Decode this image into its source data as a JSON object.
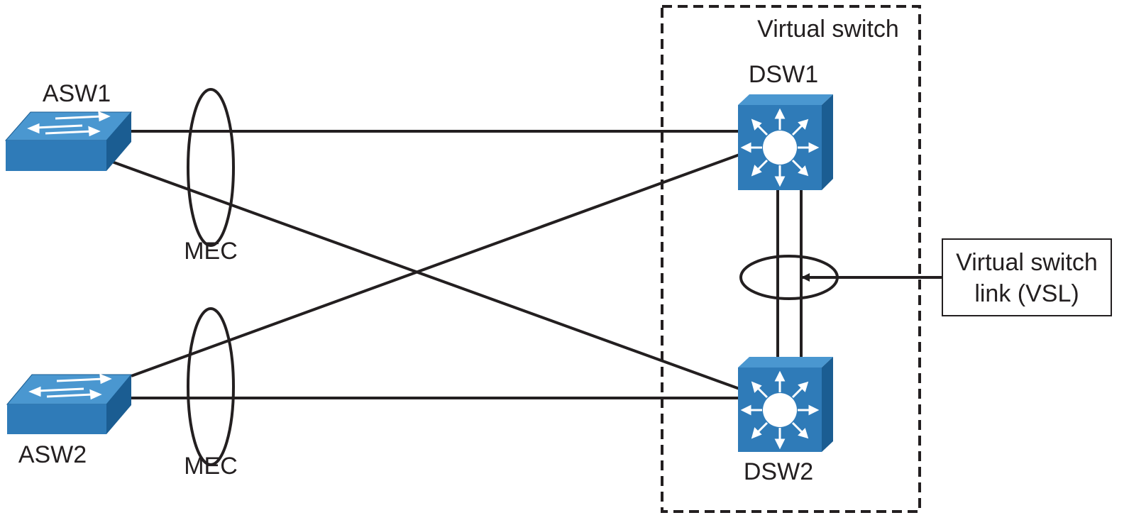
{
  "virtual_switch": {
    "label": "Virtual switch"
  },
  "devices": {
    "asw1": {
      "label": "ASW1",
      "icon": "layer2-switch-icon"
    },
    "asw2": {
      "label": "ASW2",
      "icon": "layer2-switch-icon"
    },
    "dsw1": {
      "label": "DSW1",
      "icon": "multilayer-switch-icon"
    },
    "dsw2": {
      "label": "DSW2",
      "icon": "multilayer-switch-icon"
    }
  },
  "bundles": {
    "mec_top": {
      "label": "MEC"
    },
    "mec_bottom": {
      "label": "MEC"
    }
  },
  "callout": {
    "line1": "Virtual switch",
    "line2": "link (VSL)"
  },
  "colors": {
    "switch_face": "#2f7bb8",
    "switch_top": "#4a97d0",
    "switch_side": "#1b5d92",
    "line": "#231f20"
  }
}
